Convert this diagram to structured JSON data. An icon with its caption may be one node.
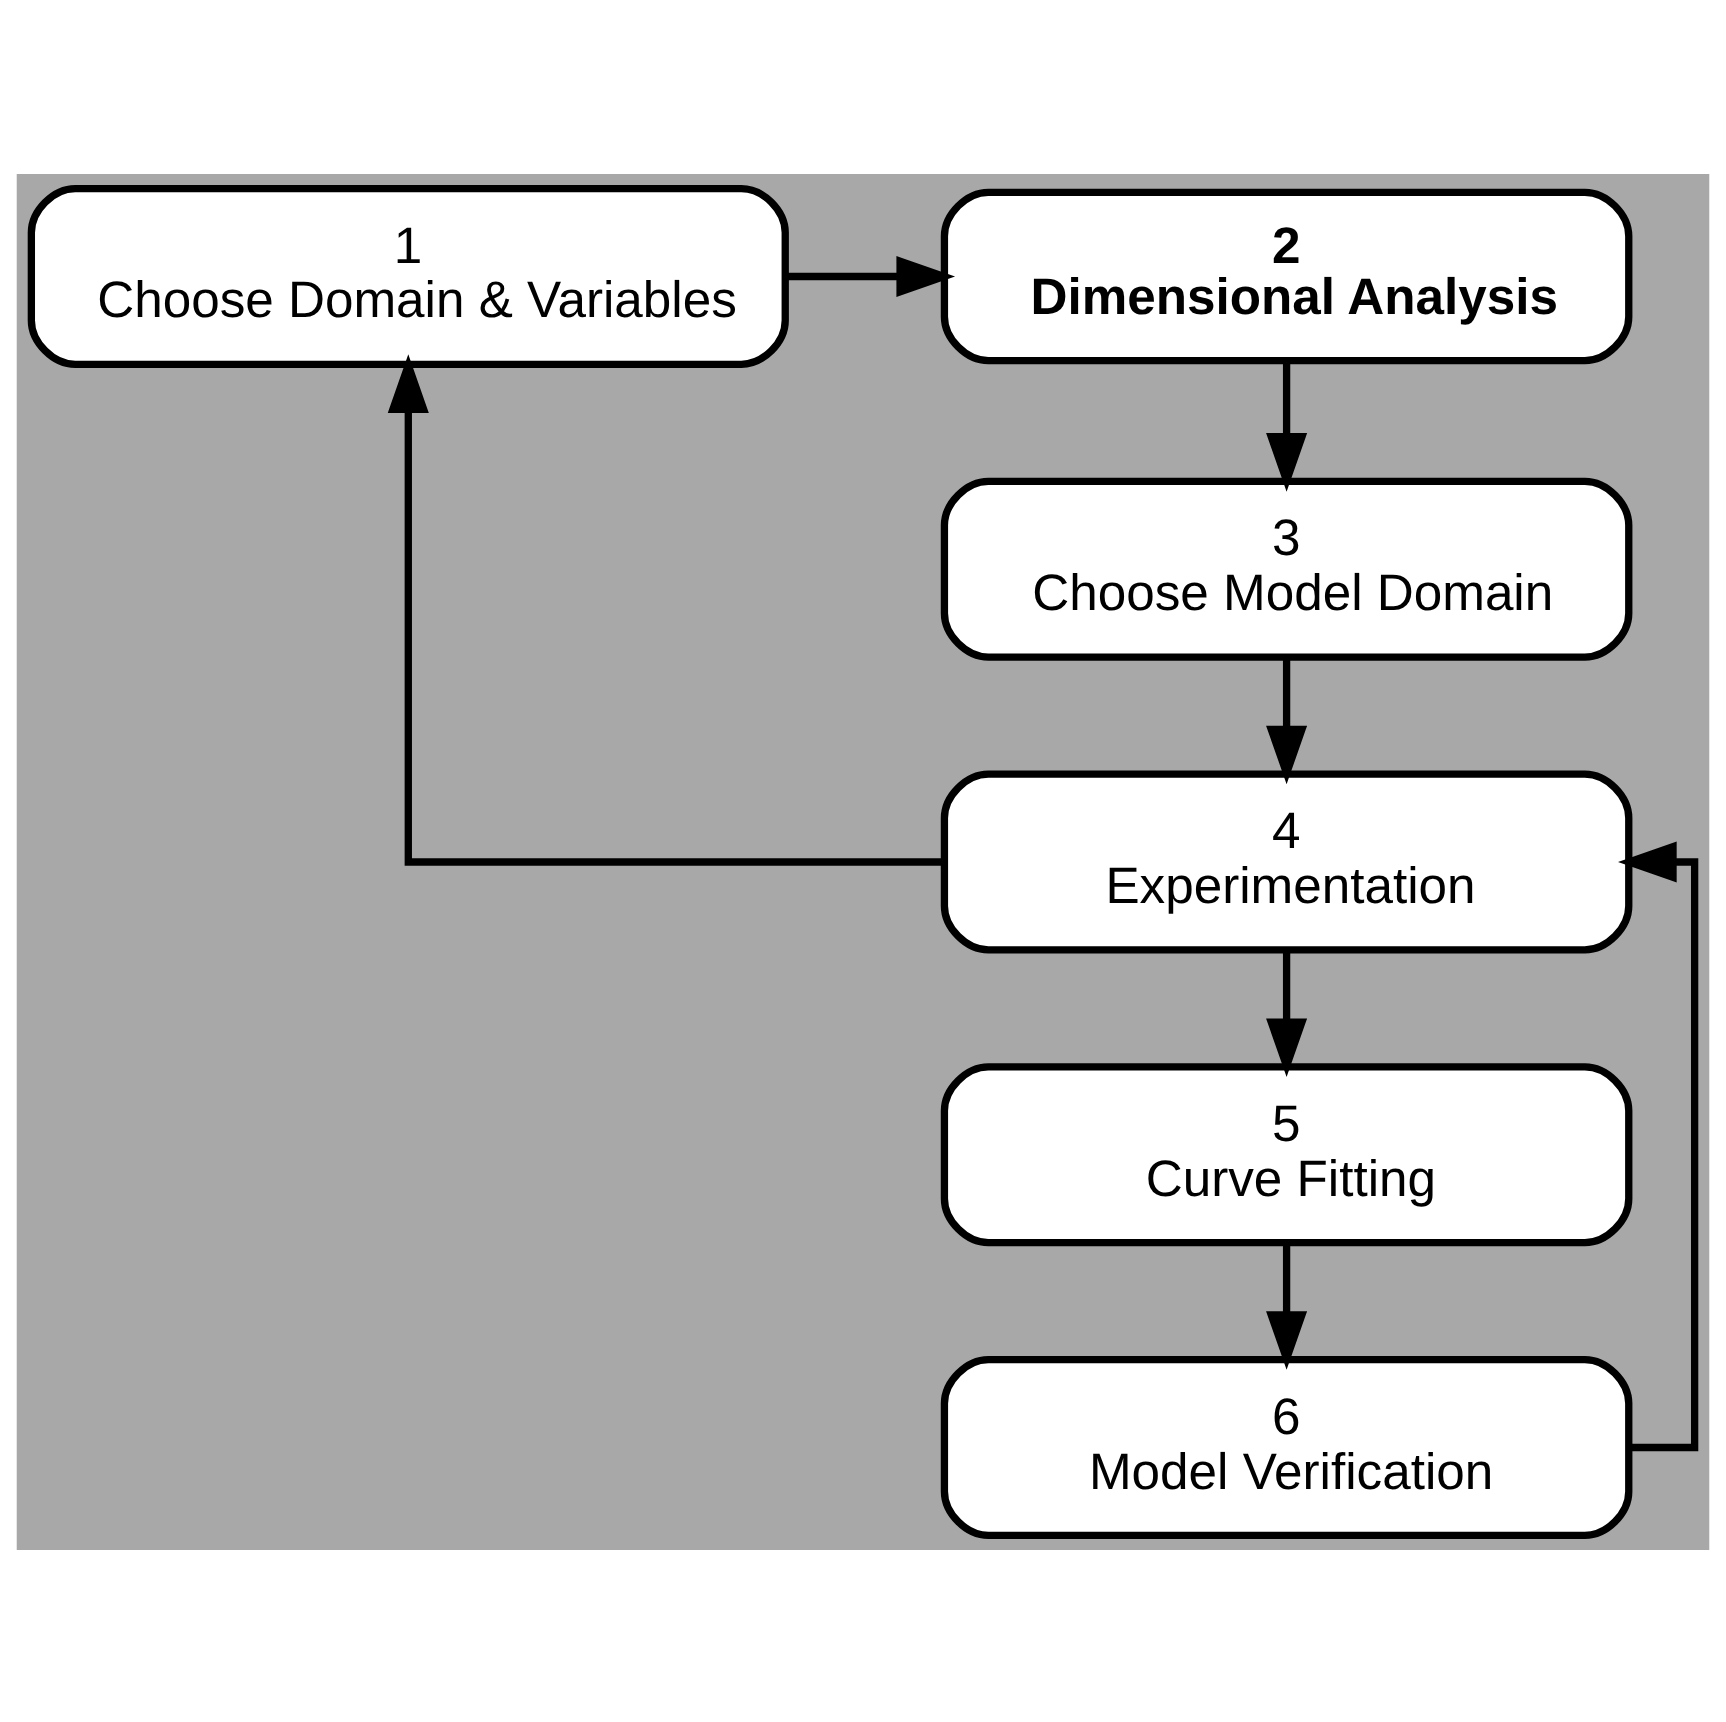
{
  "diagram": {
    "nodes": [
      {
        "text": [
          "1",
          "Choose Domain & Variables"
        ]
      },
      {
        "text": [
          "2",
          "Dimensional Analysis"
        ]
      },
      {
        "text": [
          "3",
          "Choose Model Domain"
        ]
      },
      {
        "text": [
          "4",
          "Experimentation"
        ]
      },
      {
        "text": [
          "5",
          "Curve Fitting"
        ]
      },
      {
        "text": [
          "6",
          "Model Verification"
        ]
      }
    ],
    "edges": [
      {
        "from": 0,
        "to": 1,
        "arrow": "to"
      },
      {
        "from": 1,
        "to": 2,
        "arrow": "to"
      },
      {
        "from": 2,
        "to": 3,
        "arrow": "to"
      },
      {
        "from": 3,
        "to": 0,
        "arrow": "to"
      },
      {
        "from": 3,
        "to": 4,
        "arrow": "to"
      },
      {
        "from": 4,
        "to": 5,
        "arrow": "to"
      },
      {
        "from": 5,
        "to": 3,
        "arrow": "to"
      }
    ]
  }
}
